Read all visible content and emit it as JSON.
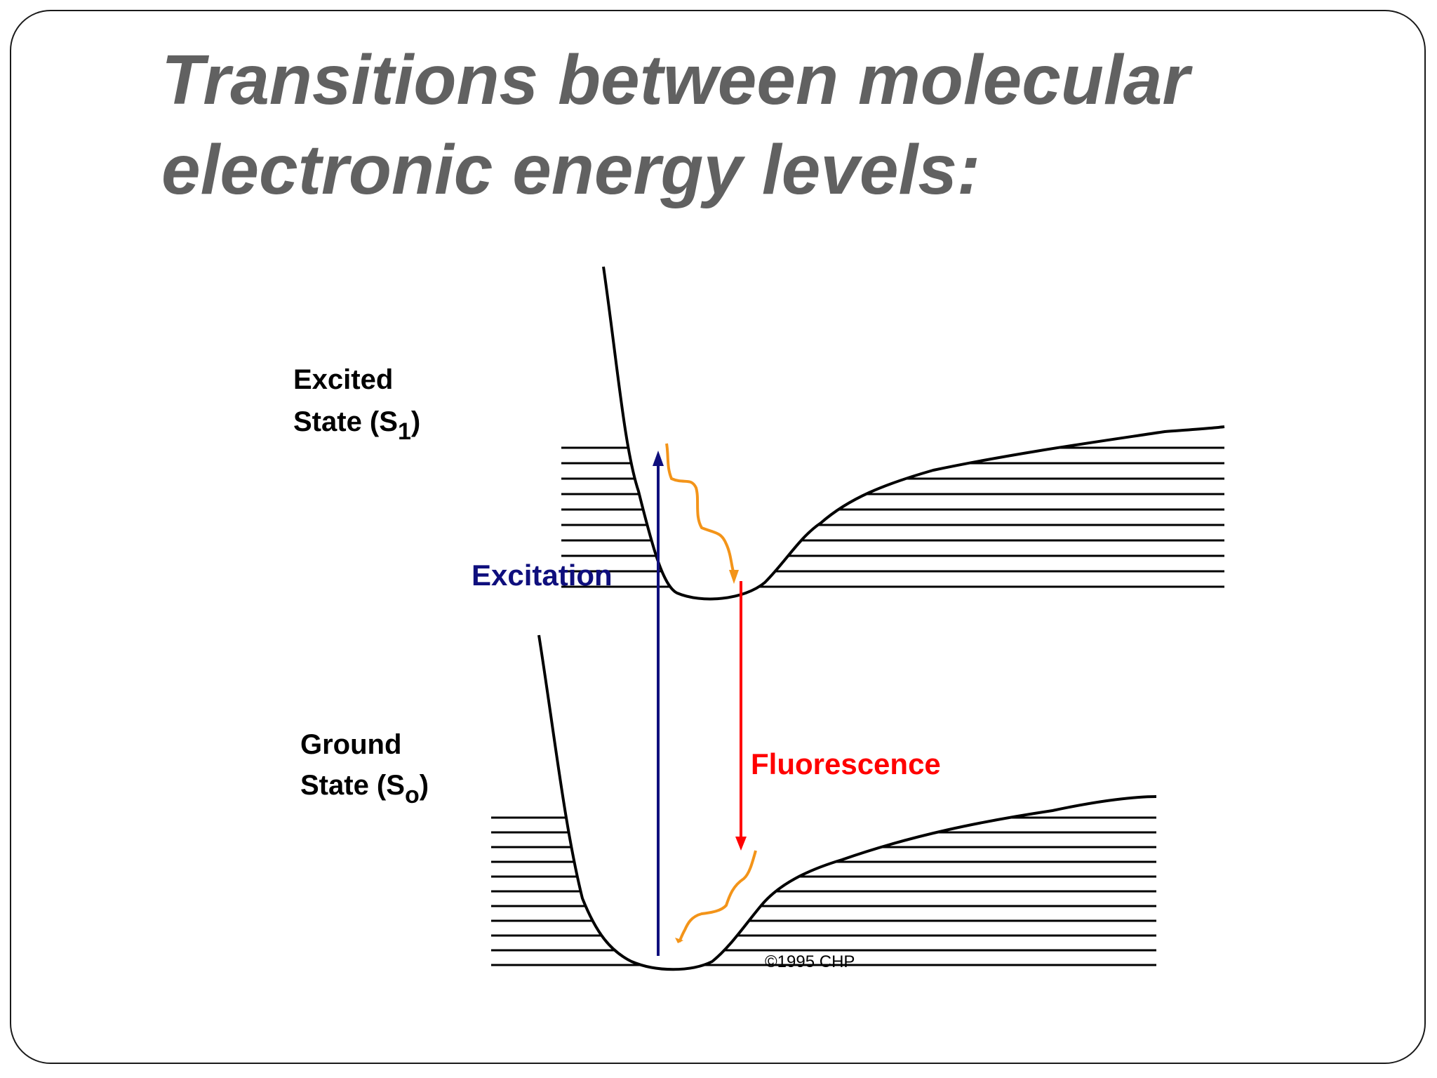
{
  "slide": {
    "title_line1": "Transitions between molecular",
    "title_line2": "electronic energy levels:"
  },
  "diagram": {
    "excited_label_line1": "Excited",
    "excited_label_line2_prefix": "State (S",
    "excited_label_subscript": "1",
    "excited_label_suffix": ")",
    "ground_label_line1": "Ground",
    "ground_label_line2_prefix": "State (S",
    "ground_label_subscript": "o",
    "ground_label_suffix": ")",
    "excitation_label": "Excitation",
    "fluorescence_label": "Fluorescence",
    "copyright": "©1995 CHP",
    "colors": {
      "curve": "#000000",
      "excitation": "#0f0f7d",
      "fluorescence": "#ff0000",
      "relaxation": "#f39419",
      "title": "#616161"
    }
  }
}
